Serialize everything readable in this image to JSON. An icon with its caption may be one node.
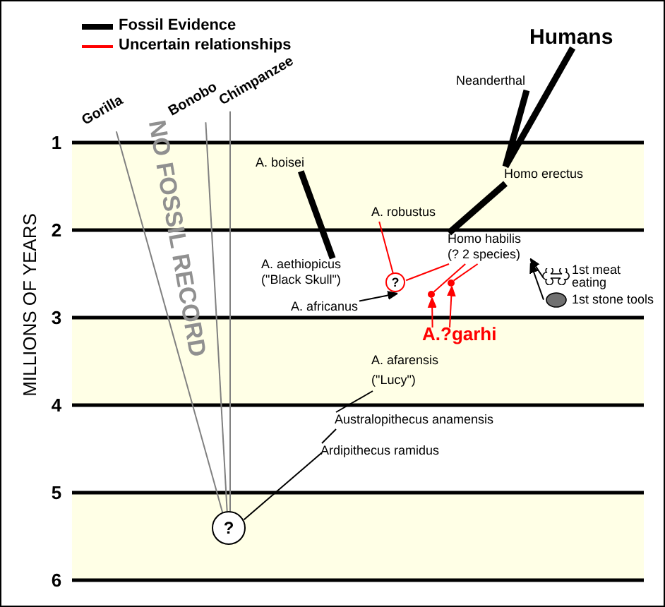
{
  "diagram": {
    "nodes": [
      {
        "text": [
          "?"
        ]
      },
      {
        "text": [
          "Gorilla"
        ]
      },
      {
        "text": [
          "Bonobo"
        ]
      },
      {
        "text": [
          "Chimpanzee"
        ]
      },
      {
        "text": [
          "Humans"
        ]
      },
      {
        "text": [
          "Neanderthal"
        ]
      },
      {
        "text": [
          "Homo erectus"
        ]
      },
      {
        "text": [
          "Homo habilis (? 2 species)"
        ]
      },
      {
        "text": [
          "A. boisei"
        ]
      },
      {
        "text": [
          "A. robustus"
        ]
      },
      {
        "text": [
          "A. aethiopicus (\"Black Skull\")"
        ]
      },
      {
        "text": [
          "?"
        ]
      },
      {
        "text": [
          "A. africanus"
        ]
      },
      {
        "text": [
          "A.?garhi"
        ]
      },
      {
        "text": [
          "A. afarensis (\"Lucy\")"
        ]
      },
      {
        "text": [
          "Australopithecus anamensis"
        ]
      },
      {
        "text": [
          "Ardipithecus ramidus"
        ]
      },
      {
        "text": [
          "1st meat eating"
        ]
      },
      {
        "text": [
          "1st stone tools"
        ]
      },
      {
        "text": [],
        "shape": "circle"
      },
      {
        "text": [],
        "shape": "circle"
      }
    ],
    "edges": [
      {
        "from": 0,
        "to": 1,
        "arrow": "none",
        "color": "#808080"
      },
      {
        "from": 0,
        "to": 2,
        "arrow": "none",
        "color": "#808080"
      },
      {
        "from": 0,
        "to": 3,
        "arrow": "none",
        "color": "#808080"
      },
      {
        "from": 0,
        "to": 16,
        "arrow": "none"
      },
      {
        "from": 16,
        "to": 15,
        "arrow": "none"
      },
      {
        "from": 15,
        "to": 14,
        "arrow": "none"
      },
      {
        "from": 10,
        "to": 8,
        "arrow": "none",
        "style": "thick"
      },
      {
        "from": 11,
        "to": 9,
        "arrow": "none",
        "color": "#ff0000"
      },
      {
        "from": 11,
        "to": 7,
        "arrow": "none",
        "color": "#ff0000"
      },
      {
        "from": 19,
        "to": 7,
        "arrow": "none",
        "color": "#ff0000"
      },
      {
        "from": 7,
        "to": 6,
        "arrow": "none",
        "style": "thick"
      },
      {
        "from": 6,
        "to": 4,
        "arrow": "none",
        "style": "thick"
      },
      {
        "from": 6,
        "to": 5,
        "arrow": "none",
        "style": "thick"
      },
      {
        "from": 12,
        "to": 11,
        "arrow": "to"
      },
      {
        "from": 13,
        "to": 19,
        "arrow": "to",
        "color": "#ff0000"
      },
      {
        "from": 13,
        "to": 20,
        "arrow": "to",
        "color": "#ff0000"
      },
      {
        "from": 20,
        "to": 7,
        "arrow": "none",
        "color": "#ff0000"
      },
      {
        "from": 17,
        "to": 7,
        "arrow": "to"
      },
      {
        "from": 18,
        "to": 7,
        "arrow": "to"
      }
    ],
    "labels": [
      "MILLIONS OF YEARS",
      "1",
      "2",
      "3",
      "4",
      "5",
      "6",
      "NO FOSSIL RECORD"
    ],
    "legend": [
      {
        "text": "Fossil Evidence"
      },
      {
        "text": "Uncertain relationships"
      }
    ]
  }
}
